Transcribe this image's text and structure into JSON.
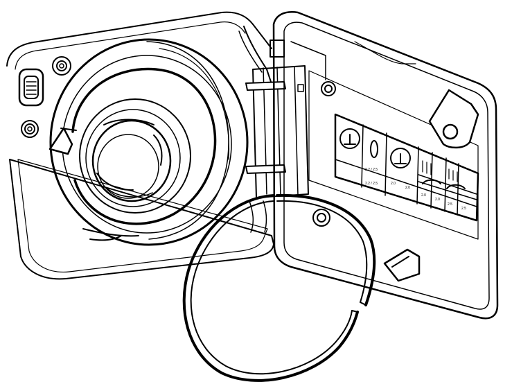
{
  "diagram": {
    "subject": "fuel-filler-flap-with-open-door-and-tire-pressure-label",
    "line_color": "#000000",
    "background_color": "#ffffff",
    "label": {
      "row1": [
        "2.2 / 2.5",
        "2.2 / 2.5"
      ],
      "row2": [
        "2.0",
        "2.0",
        "2.0",
        "2.0"
      ],
      "row3": [
        "",
        "",
        "2.5",
        "2.5"
      ]
    }
  }
}
